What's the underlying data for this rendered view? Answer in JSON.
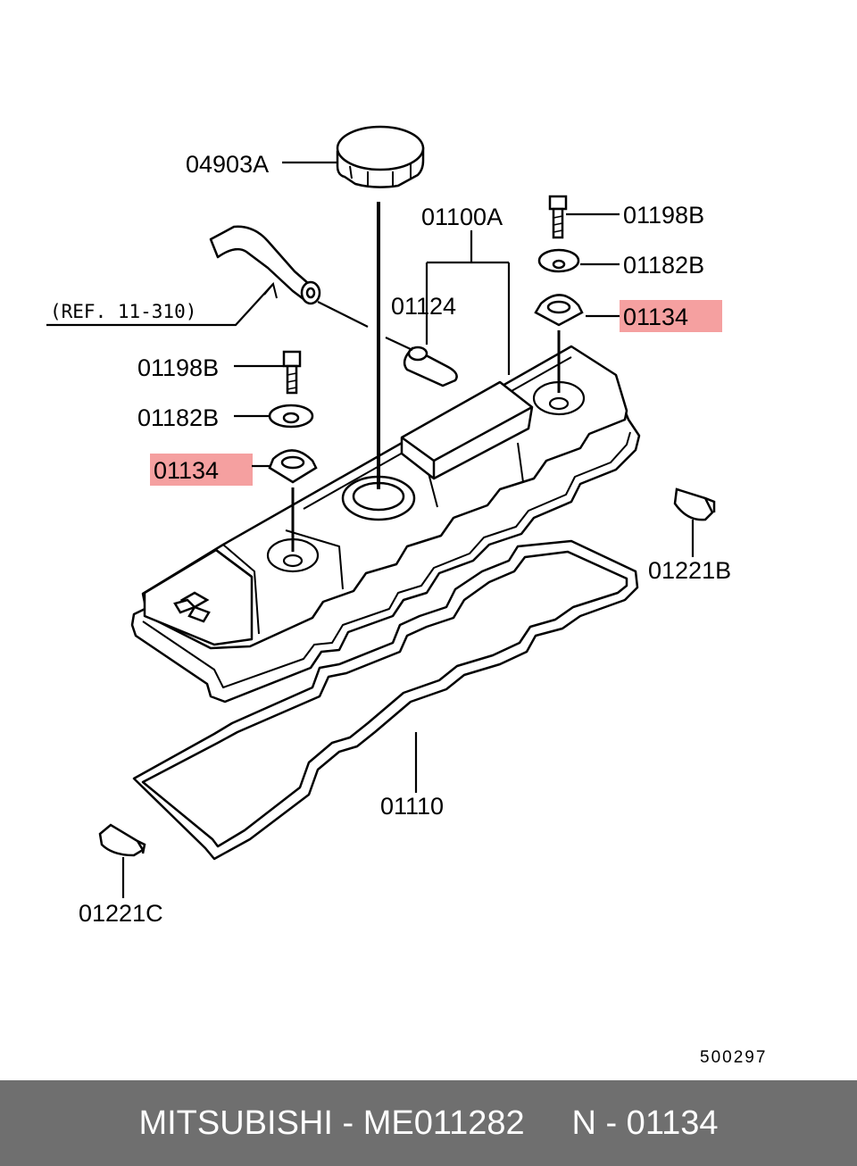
{
  "labels": {
    "cap": "04903A",
    "cover_assy": "01100A",
    "bolt_right": "01198B",
    "washer_right": "01182B",
    "seal_right": "01134",
    "ref": "(REF. 11-310)",
    "plug": "01124",
    "bolt_left": "01198B",
    "washer_left": "01182B",
    "seal_left": "01134",
    "half_moon_b": "01221B",
    "gasket": "01110",
    "half_moon_c": "01221C"
  },
  "drawing_code": "500297",
  "footer": {
    "text": "MITSUBISHI - ME011282     N - 01134"
  },
  "colors": {
    "highlight": "#f5a0a0",
    "footer_bg": "#6f6f6f",
    "footer_text": "#ffffff",
    "line": "#000000"
  }
}
